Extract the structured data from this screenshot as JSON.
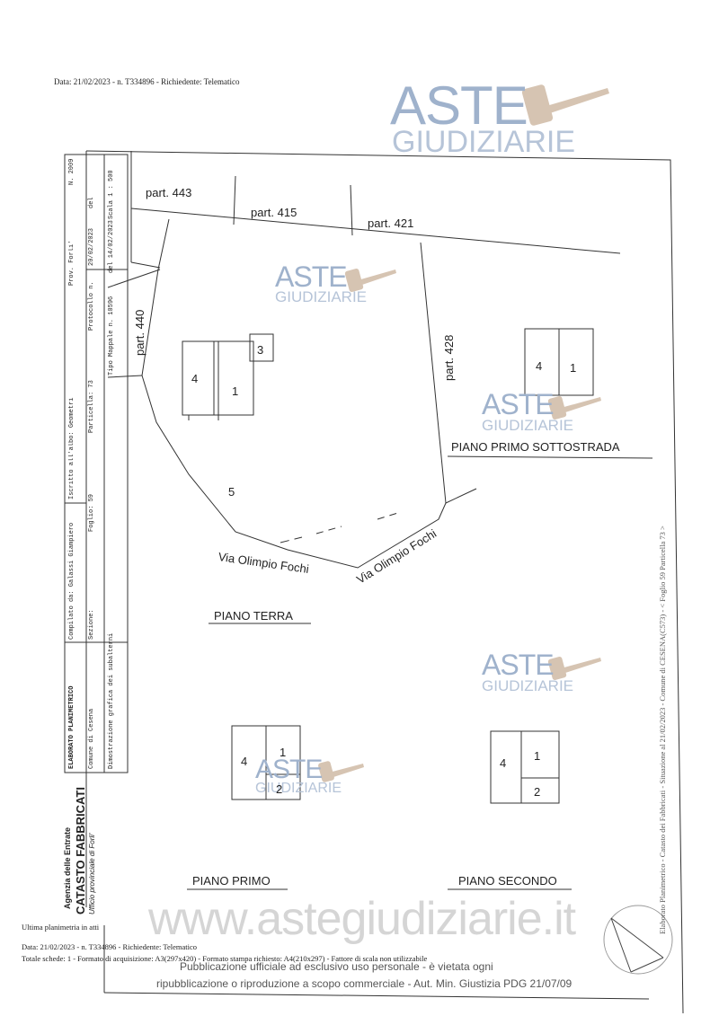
{
  "header": {
    "top_line": "Data: 21/02/2023 - n. T334896 - Richiedente: Telematico"
  },
  "watermark": {
    "aste": "ASTE",
    "giudiziarie": "GIUDIZIARIE",
    "site": "www.astegiudiziarie.it",
    "pub_line1": "Pubblicazione ufficiale ad esclusivo uso personale - è vietata ogni",
    "pub_line2": "ripubblicazione o riproduzione a scopo commerciale - Aut. Min. Giustizia PDG 21/07/09"
  },
  "title_block": {
    "elaborato": "ELABORATO PLANIMETRICO",
    "compilato": "Compilato da: Galassi Giampiero",
    "iscritto": "Iscritto all'albo: Geometri",
    "prov": "Prov. Forli'",
    "n": "N. 2009",
    "comune": "Comune di Cesena",
    "sezione": "Sezione:",
    "foglio": "Foglio: 59",
    "particella": "Particella: 73",
    "protocollo": "Protocollo n.",
    "del": "del",
    "protocollo_date": "20/02/2023",
    "tipo_mappale": "Tipo Mappale n. 10596",
    "tipo_mappale_del": "del 14/02/2023",
    "scala": "Scala 1 : 500",
    "dimostrazione": "Dimostrazione grafica dei subalterni"
  },
  "agency": {
    "line1": "Agenzia delle Entrate",
    "line2": "CATASTO FABBRICATI",
    "line3": "Ufficio provinciale di Forli'"
  },
  "side_note": "Elaborato Planimetrico - Catasto dei Fabbricati - Situazione al 21/02/2023 - Comune di CESENA(C573) - < Foglio 59 Particella 73 >",
  "parcels": {
    "p443": "part. 443",
    "p415": "part. 415",
    "p421": "part. 421",
    "p440": "part. 440",
    "p428": "part. 428"
  },
  "streets": {
    "s1": "Via Olimpio Fochi",
    "s2": "Via Olimpio Fochi"
  },
  "plans": {
    "terra": {
      "title": "PIANO TERRA",
      "u4": "4",
      "u1": "1",
      "u3": "3",
      "u5": "5"
    },
    "sottostrada": {
      "title": "PIANO PRIMO SOTTOSTRADA",
      "u4": "4",
      "u1": "1"
    },
    "primo": {
      "title": "PIANO PRIMO",
      "u4": "4",
      "u1": "1",
      "u2": "2"
    },
    "secondo": {
      "title": "PIANO SECONDO",
      "u4": "4",
      "u1": "1",
      "u2": "2"
    }
  },
  "footer": {
    "ultima": "Ultima planimetria in atti",
    "data_line": "Data: 21/02/2023 - n. T334896 - Richiedente: Telematico",
    "totale_line": "Totale schede: 1 - Formato di acquisizione: A3(297x420) - Formato stampa richiesto: A4(210x297) - Fattore di scala non utilizzabile"
  }
}
